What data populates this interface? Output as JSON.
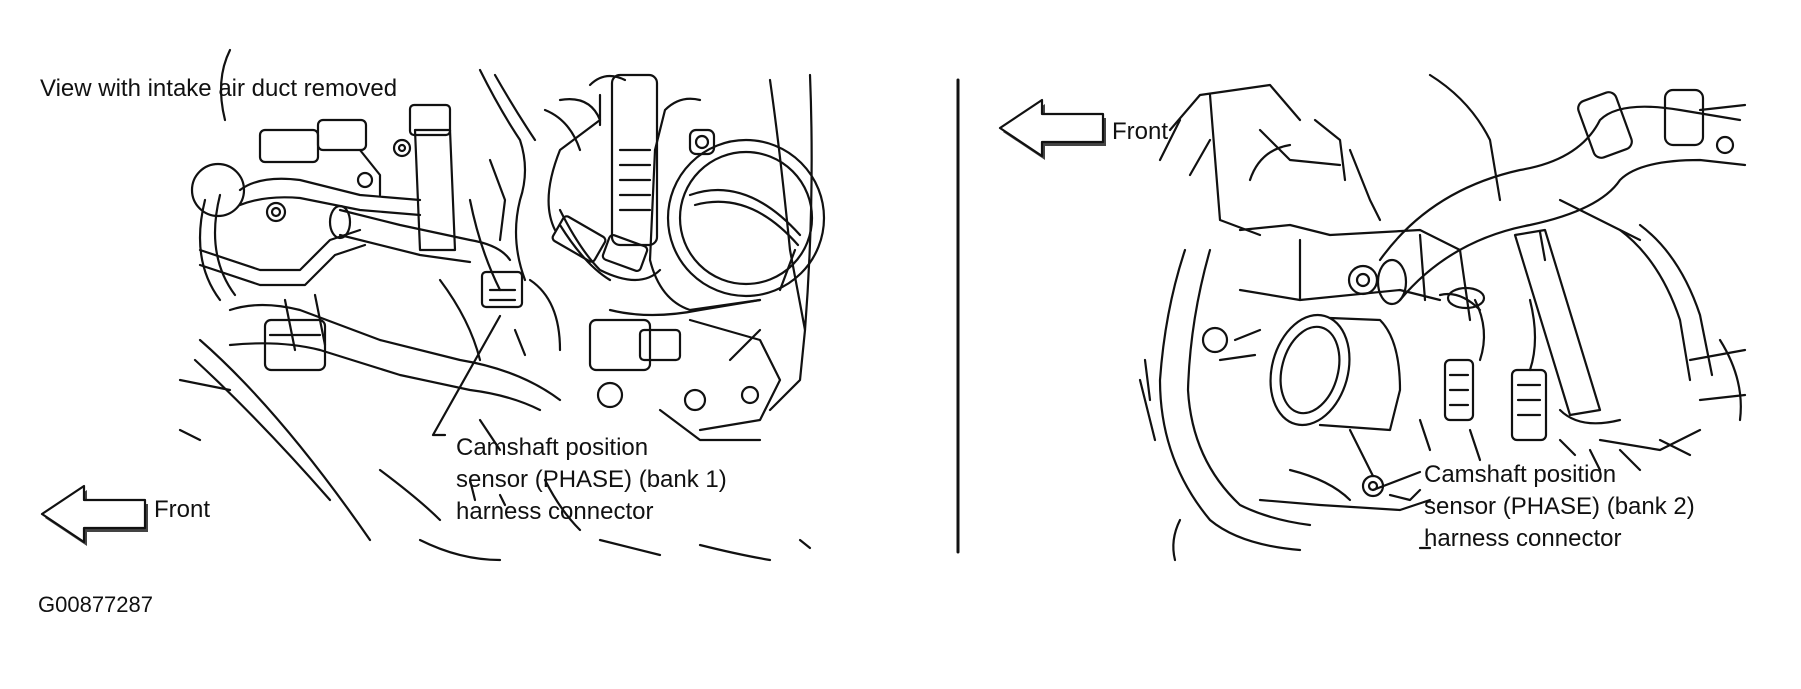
{
  "left_panel": {
    "view_note": "View with intake air duct removed",
    "front_label": "Front",
    "callout": {
      "line1": "Camshaft position",
      "line2": "sensor (PHASE) (bank 1)",
      "line3": "harness connector"
    }
  },
  "right_panel": {
    "front_label": "Front",
    "callout": {
      "line1": "Camshaft position",
      "line2": "sensor (PHASE) (bank 2)",
      "line3": "harness connector"
    }
  },
  "figure_id": "G00877287",
  "colors": {
    "ink": "#111111",
    "arrow_shadow": "#444444",
    "background": "#ffffff"
  },
  "icons": [
    "left-arrow-icon",
    "left-arrow-icon"
  ]
}
